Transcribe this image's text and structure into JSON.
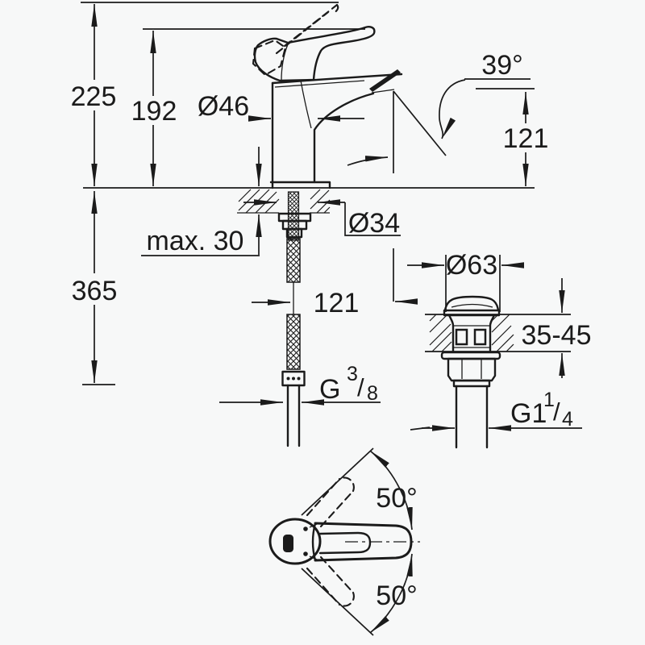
{
  "colors": {
    "line": "#1b1b1b",
    "background": "#f7f8f8"
  },
  "main_view": {
    "height_total": "225",
    "height_to_handle": "192",
    "body_diameter": "Ø46",
    "spout_angle": "39°",
    "outlet_height": "121",
    "shank_diameter": "Ø34",
    "deck_max_thickness": "max. 30",
    "hose_length": "365",
    "spout_projection": "121",
    "supply_thread": {
      "g": "G",
      "num": "3",
      "slash": "/",
      "den": "8"
    }
  },
  "waste_view": {
    "cap_diameter": "Ø63",
    "deck_thickness_range": "35-45",
    "waste_thread": {
      "g": "G1",
      "num": "1",
      "slash": "/",
      "den": "4"
    }
  },
  "handle_view": {
    "swing_up": "50°",
    "swing_down": "50°"
  }
}
